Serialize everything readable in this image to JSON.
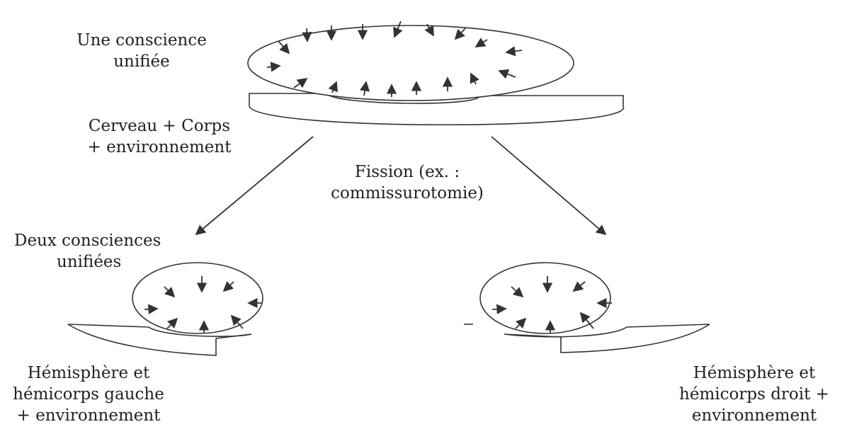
{
  "labels": {
    "top_consciousness": [
      "Une conscience",
      "unifiée"
    ],
    "top_substrate": [
      "Cerveau + Corps",
      "+ environnement"
    ],
    "fission": [
      "Fission (ex. :",
      "commissurotomie)"
    ],
    "two_consciousness": [
      "Deux consciences",
      "unifiées"
    ],
    "left_substrate": [
      "Hémisphère et",
      "hémicorps gauche",
      "+ environnement"
    ],
    "right_substrate": [
      "Hémisphère et",
      "hémicorps droit +",
      "environnement"
    ]
  },
  "colors": {
    "stroke": "#333333",
    "text": "#222222",
    "background": "#ffffff"
  }
}
